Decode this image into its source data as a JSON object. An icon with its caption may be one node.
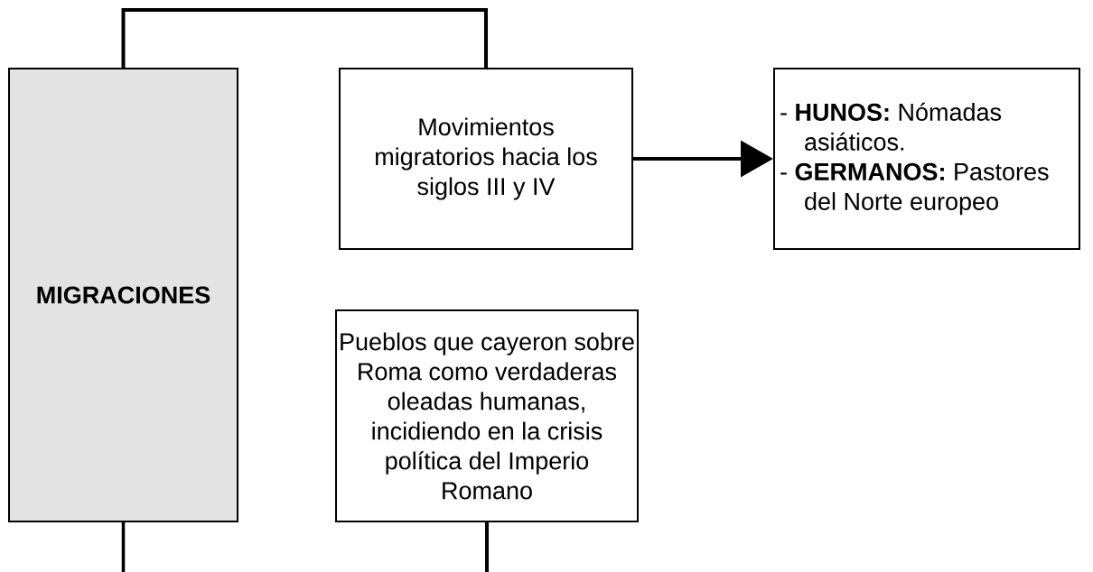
{
  "diagram": {
    "nodes": [
      {
        "text": [
          "MIGRACIONES"
        ]
      },
      {
        "text": [
          "Movimientos migratorios hacia los siglos III y IV"
        ]
      },
      {
        "text": [
          "- **HUNOS:** Nómadas asiáticos.",
          "- **GERMANOS:** Pastores del Norte europeo"
        ]
      },
      {
        "text": [
          "Pueblos que cayeron sobre Roma como verdaderas oleadas humanas, incidiendo en la crisis política del Imperio Romano"
        ]
      }
    ],
    "edges": [
      {
        "from": 0,
        "to": 1,
        "arrow": "none"
      },
      {
        "from": 1,
        "to": 2,
        "arrow": "to"
      },
      {
        "from": 0,
        "to": null,
        "arrow": "none"
      },
      {
        "from": 3,
        "to": null,
        "arrow": "none"
      }
    ]
  }
}
